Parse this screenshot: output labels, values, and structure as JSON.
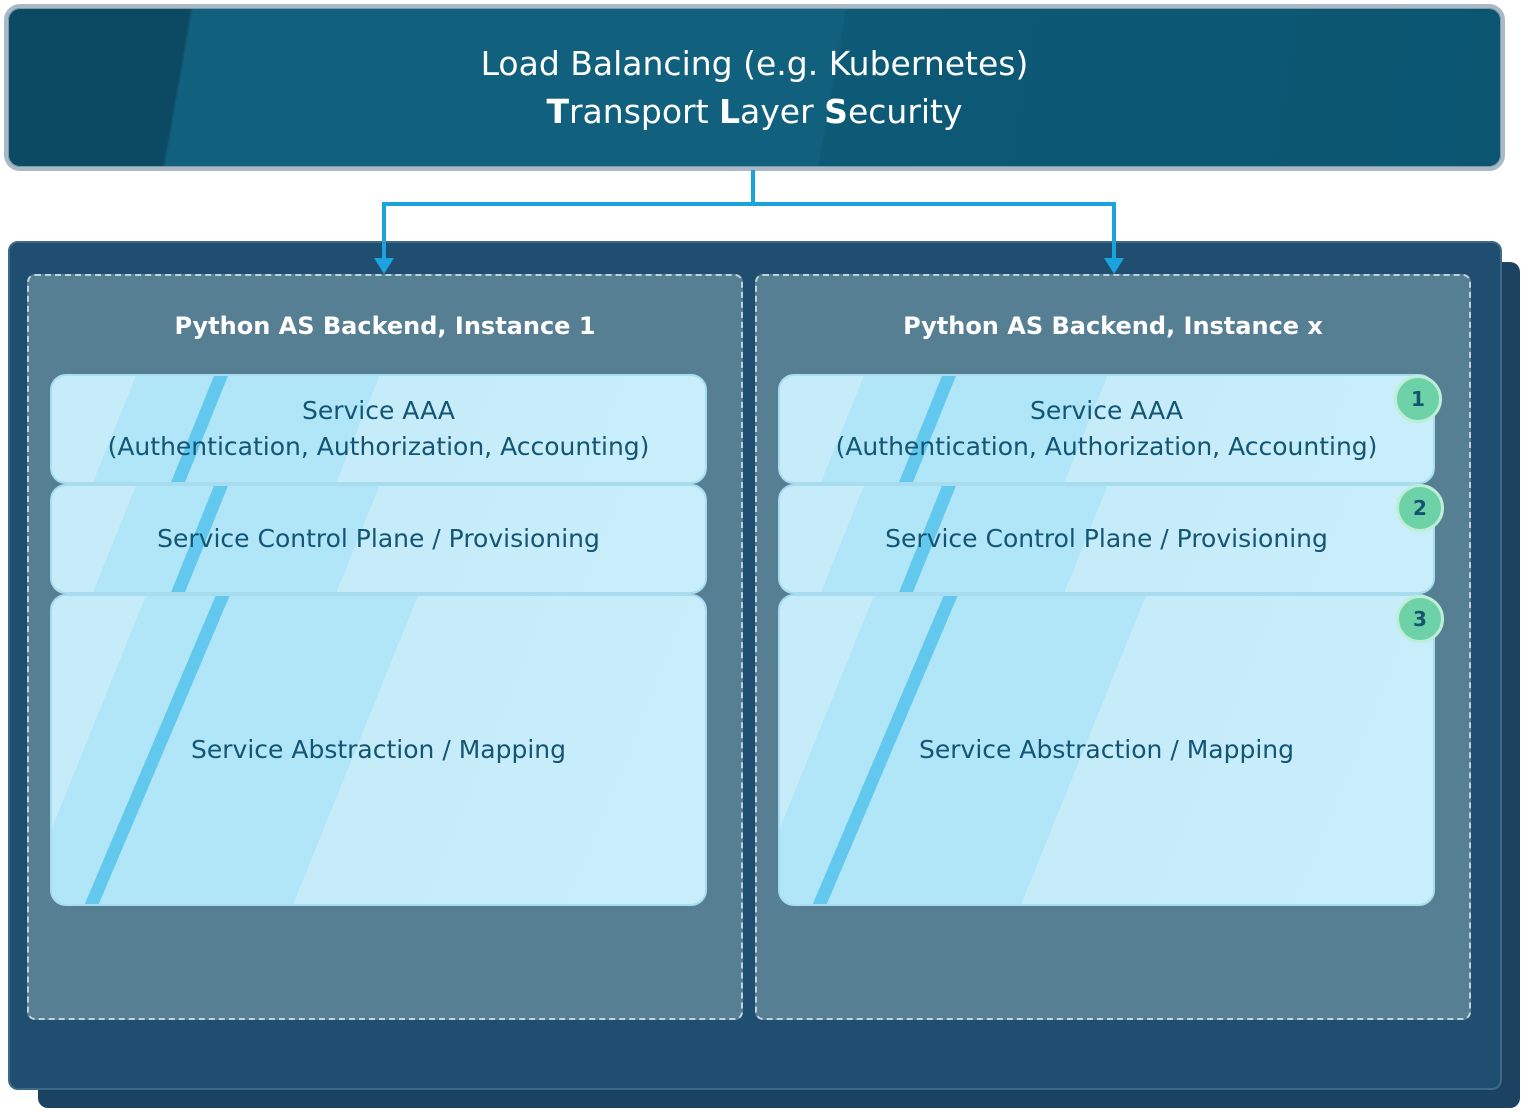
{
  "load_balancer": {
    "line1": "Load Balancing (e.g. Kubernetes)",
    "line2": {
      "t_bold": "T",
      "t_rest": "ransport ",
      "l_bold": "L",
      "l_rest": "ayer ",
      "s_bold": "S",
      "s_rest": "ecurity"
    }
  },
  "instances": [
    {
      "title": "Python AS Backend, Instance 1",
      "services": [
        {
          "line1": "Service AAA",
          "line2": "(Authentication, Authorization, Accounting)"
        },
        {
          "line1": "Service Control Plane / Provisioning"
        },
        {
          "line1": "Service Abstraction / Mapping"
        }
      ]
    },
    {
      "title": "Python AS Backend, Instance x",
      "services": [
        {
          "line1": "Service AAA",
          "line2": "(Authentication, Authorization, Accounting)",
          "badge": "1"
        },
        {
          "line1": "Service Control Plane / Provisioning",
          "badge": "2"
        },
        {
          "line1": "Service Abstraction / Mapping",
          "badge": "3"
        }
      ]
    }
  ],
  "colors": {
    "banner": "#11607e",
    "cluster": "#1f4e70",
    "instance": "#567f94",
    "service": "#c6ecfa",
    "connector": "#1aa3dc",
    "badge": "#6ed2a8"
  }
}
